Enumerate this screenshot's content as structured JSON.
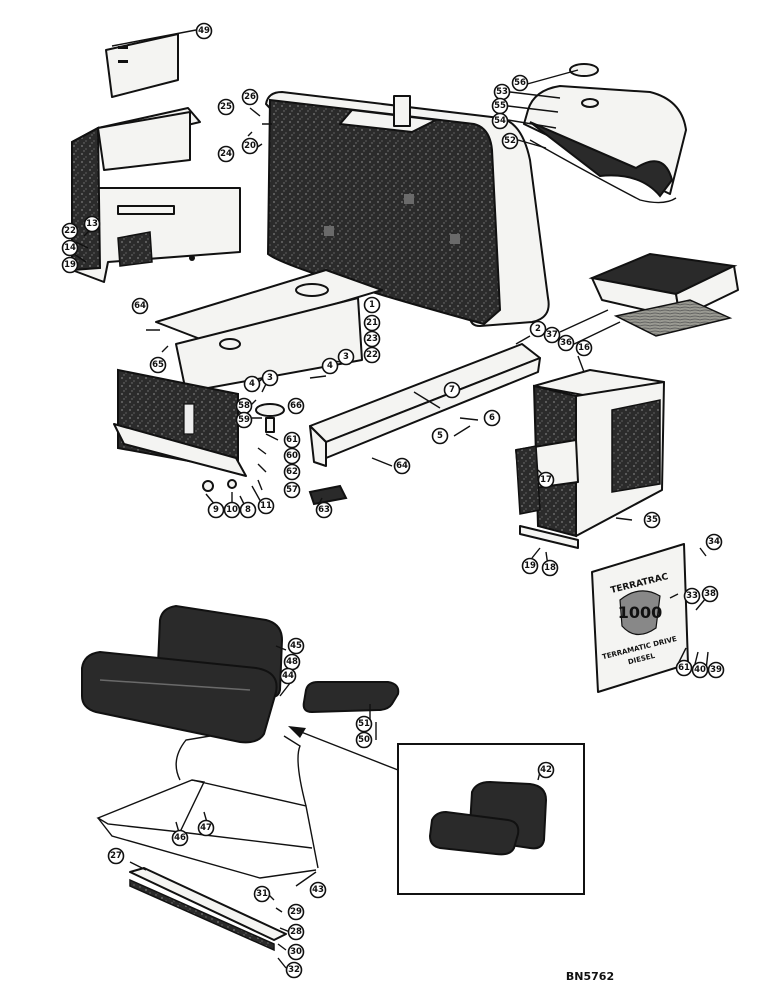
{
  "diagram": {
    "drawing_code": "BN5762",
    "decal": {
      "brand": "TERRATRAC",
      "model": "1000",
      "line1": "TERRAMATIC DRIVE",
      "line2": "DIESEL"
    },
    "callouts": [
      {
        "id": "c49",
        "label": "49"
      },
      {
        "id": "c13",
        "label": "13"
      },
      {
        "id": "c22a",
        "label": "22"
      },
      {
        "id": "c14",
        "label": "14"
      },
      {
        "id": "c19a",
        "label": "19"
      },
      {
        "id": "c25",
        "label": "25"
      },
      {
        "id": "c26",
        "label": "26"
      },
      {
        "id": "c24",
        "label": "24"
      },
      {
        "id": "c20",
        "label": "20"
      },
      {
        "id": "c56",
        "label": "56"
      },
      {
        "id": "c53",
        "label": "53"
      },
      {
        "id": "c55",
        "label": "55"
      },
      {
        "id": "c54",
        "label": "54"
      },
      {
        "id": "c52",
        "label": "52"
      },
      {
        "id": "c1",
        "label": "1"
      },
      {
        "id": "c21",
        "label": "21"
      },
      {
        "id": "c23",
        "label": "23"
      },
      {
        "id": "c22b",
        "label": "22"
      },
      {
        "id": "c2",
        "label": "2"
      },
      {
        "id": "c37",
        "label": "37"
      },
      {
        "id": "c36",
        "label": "36"
      },
      {
        "id": "c16",
        "label": "16"
      },
      {
        "id": "c64a",
        "label": "64"
      },
      {
        "id": "c65",
        "label": "65"
      },
      {
        "id": "c3a",
        "label": "3"
      },
      {
        "id": "c4a",
        "label": "4"
      },
      {
        "id": "c4b",
        "label": "4"
      },
      {
        "id": "c3b",
        "label": "3"
      },
      {
        "id": "c58",
        "label": "58"
      },
      {
        "id": "c59",
        "label": "59"
      },
      {
        "id": "c66",
        "label": "66"
      },
      {
        "id": "c7",
        "label": "7"
      },
      {
        "id": "c6a",
        "label": "6"
      },
      {
        "id": "c5",
        "label": "5"
      },
      {
        "id": "c61a",
        "label": "61"
      },
      {
        "id": "c60a",
        "label": "60"
      },
      {
        "id": "c62",
        "label": "62"
      },
      {
        "id": "c57",
        "label": "57"
      },
      {
        "id": "c64b",
        "label": "64"
      },
      {
        "id": "c9",
        "label": "9"
      },
      {
        "id": "c10",
        "label": "10"
      },
      {
        "id": "c8",
        "label": "8"
      },
      {
        "id": "c11",
        "label": "11"
      },
      {
        "id": "c63",
        "label": "63"
      },
      {
        "id": "c17",
        "label": "17"
      },
      {
        "id": "c35",
        "label": "35"
      },
      {
        "id": "c19b",
        "label": "19"
      },
      {
        "id": "c18",
        "label": "18"
      },
      {
        "id": "c34",
        "label": "34"
      },
      {
        "id": "c33",
        "label": "33"
      },
      {
        "id": "c38",
        "label": "38"
      },
      {
        "id": "c61b",
        "label": "61"
      },
      {
        "id": "c40",
        "label": "40"
      },
      {
        "id": "c39",
        "label": "39"
      },
      {
        "id": "c45",
        "label": "45"
      },
      {
        "id": "c48",
        "label": "48"
      },
      {
        "id": "c44",
        "label": "44"
      },
      {
        "id": "c51",
        "label": "51"
      },
      {
        "id": "c50",
        "label": "50"
      },
      {
        "id": "c42",
        "label": "42"
      },
      {
        "id": "c46",
        "label": "46"
      },
      {
        "id": "c47",
        "label": "47"
      },
      {
        "id": "c27",
        "label": "27"
      },
      {
        "id": "c43",
        "label": "43"
      },
      {
        "id": "c31",
        "label": "31"
      },
      {
        "id": "c29",
        "label": "29"
      },
      {
        "id": "c28",
        "label": "28"
      },
      {
        "id": "c30",
        "label": "30"
      },
      {
        "id": "c32",
        "label": "32"
      }
    ]
  }
}
